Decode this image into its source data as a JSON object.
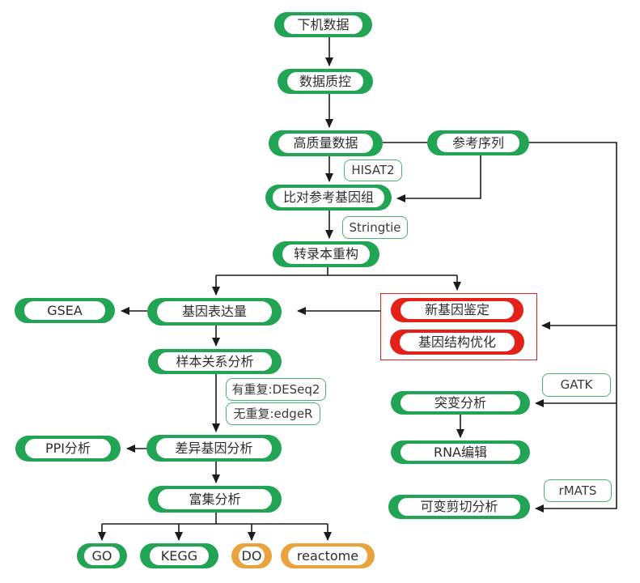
{
  "colors": {
    "node_green": "#21a453",
    "node_red": "#e32119",
    "node_yellow": "#e8a33c",
    "line_black": "#1b1b1b"
  },
  "nodes": {
    "offline_data": {
      "label": "下机数据"
    },
    "data_qc": {
      "label": "数据质控"
    },
    "hq_data": {
      "label": "高质量数据"
    },
    "ref_seq": {
      "label": "参考序列"
    },
    "align_ref": {
      "label": "比对参考基因组"
    },
    "transcript_recon": {
      "label": "转录本重构"
    },
    "gsea": {
      "label": "GSEA"
    },
    "gene_expr": {
      "label": "基因表达量"
    },
    "sample_rel": {
      "label": "样本关系分析"
    },
    "diff_gene": {
      "label": "差异基因分析"
    },
    "ppi": {
      "label": "PPI分析"
    },
    "enrichment": {
      "label": "富集分析"
    },
    "go": {
      "label": "GO"
    },
    "kegg": {
      "label": "KEGG"
    },
    "do": {
      "label": "DO"
    },
    "reactome": {
      "label": "reactome"
    },
    "novel_gene": {
      "label": "新基因鉴定"
    },
    "gene_struct": {
      "label": "基因结构优化"
    },
    "mutation": {
      "label": "突变分析"
    },
    "rna_edit": {
      "label": "RNA编辑"
    },
    "alt_splice": {
      "label": "可变剪切分析"
    }
  },
  "tools": {
    "hisat2": "HISAT2",
    "stringtie": "Stringtie",
    "deseq2": "有重复:DESeq2",
    "edger": "无重复:edgeR",
    "gatk": "GATK",
    "rmats": "rMATS"
  }
}
